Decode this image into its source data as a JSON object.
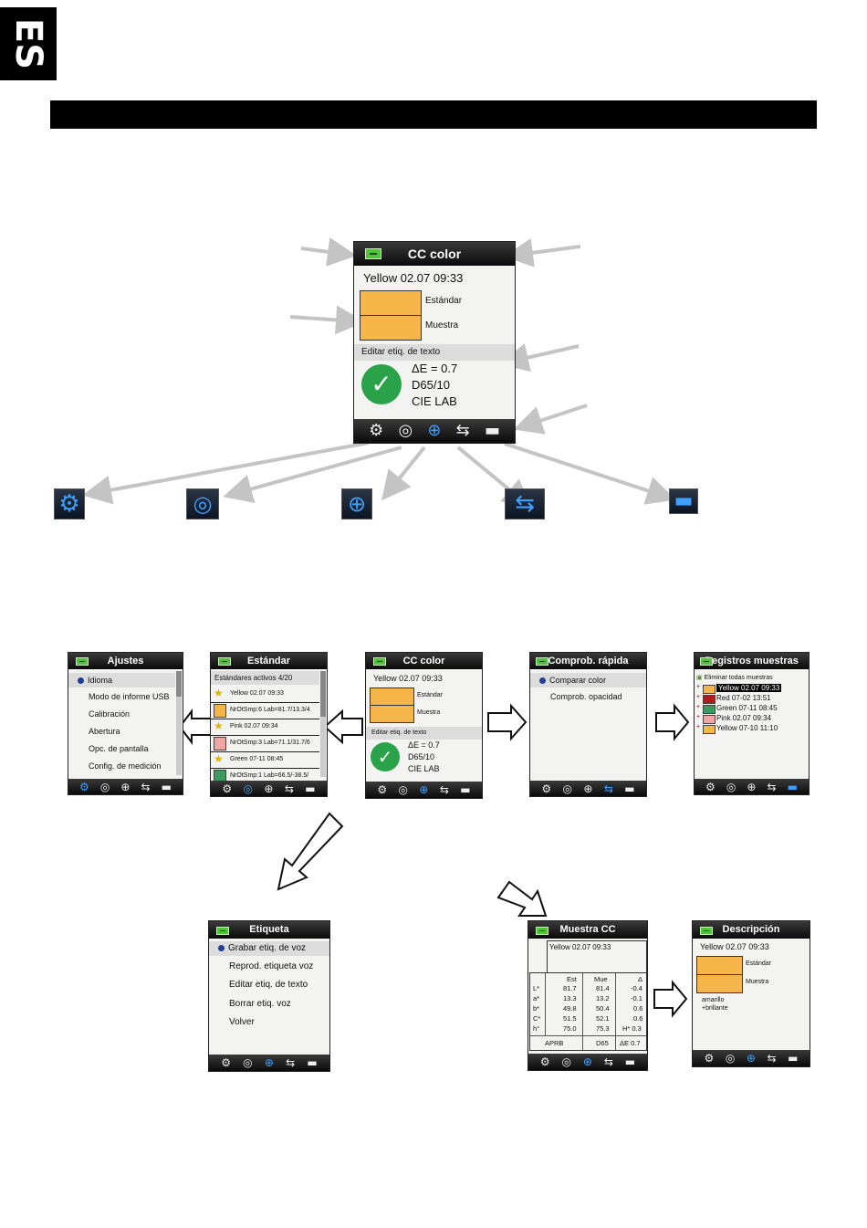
{
  "lang_tab": "ES",
  "main": {
    "title": "CC color",
    "sample": "Yellow 02.07 09:33",
    "std": "Estándar",
    "smp": "Muestra",
    "edit": "Editar etiq. de texto",
    "de": "ΔE = 0.7",
    "ill": "D65/10",
    "space": "CIE LAB"
  },
  "icons": {
    "gear": "⚙",
    "target": "◎",
    "cross": "⊕",
    "arrows": "⇆",
    "folder": "▬"
  },
  "ajustes": {
    "title": "Ajustes",
    "items": [
      "Idioma",
      "Modo de informe USB",
      "Calibración",
      "Abertura",
      "Opc. de pantalla",
      "Config. de medición"
    ]
  },
  "estandar": {
    "title": "Estándar",
    "header": "Estándares activos 4/20",
    "rows": [
      {
        "label": "Yellow 02.07 09:33",
        "marker": "star"
      },
      {
        "label": "NrOtSmp:6 Lab=81.7/13.3/4",
        "marker": "swatch",
        "color": "#f5b549"
      },
      {
        "label": "Pink 02.07 09:34",
        "marker": "star"
      },
      {
        "label": "NrOtSmp:3 Lab=71.1/31.7/6",
        "marker": "swatch",
        "color": "#f1a6a4"
      },
      {
        "label": "Green 07-11 08:45",
        "marker": "star"
      },
      {
        "label": "NrOtSmp:1 Lab=66.5/-38.5/",
        "marker": "swatch",
        "color": "#3c9a5f"
      }
    ]
  },
  "cc_small": {
    "title": "CC color",
    "sample": "Yellow 02.07 09:33",
    "std": "Estándar",
    "smp": "Muestra",
    "edit": "Editar etiq. de texto",
    "de": "ΔE = 0.7",
    "ill": "D65/10",
    "space": "CIE LAB"
  },
  "rapida": {
    "title": "Comprob. rápida",
    "items": [
      "Comparar color",
      "Comprob. opacidad"
    ]
  },
  "registros": {
    "title": "Registros muestras",
    "delete_all": "Eliminar todas muestras",
    "rows": [
      {
        "label": "Yellow 02.07 09:33",
        "color": "#f5b549"
      },
      {
        "label": "Red 07-02 13:51",
        "color": "#b01b1b"
      },
      {
        "label": "Green 07-11 08:45",
        "color": "#3c9a5f"
      },
      {
        "label": "Pink 02.07 09:34",
        "color": "#f1a6a4"
      },
      {
        "label": "Yellow 07-10 11:10",
        "color": "#f5b549"
      }
    ]
  },
  "etiqueta": {
    "title": "Etiqueta",
    "items": [
      "Grabar etiq. de voz",
      "Reprod. etiqueta voz",
      "Editar etiq. de texto",
      "Borrar etiq. voz",
      "Volver"
    ]
  },
  "muestra_cc": {
    "title": "Muestra CC",
    "sample": "Yellow 02.07 09:33",
    "col_heads": [
      "Est",
      "Mue",
      "Δ"
    ],
    "rows": [
      {
        "label": "L*",
        "est": "81.7",
        "mue": "81.4",
        "delta": "-0.4"
      },
      {
        "label": "a*",
        "est": "13.3",
        "mue": "13.2",
        "delta": "-0.1"
      },
      {
        "label": "b*",
        "est": "49.8",
        "mue": "50.4",
        "delta": "0.6"
      },
      {
        "label": "C*",
        "est": "51.5",
        "mue": "52.1",
        "delta": "0.6"
      },
      {
        "label": "h°",
        "est": "75.0",
        "mue": "75.3",
        "delta": "H* 0.3"
      }
    ],
    "footer": [
      "APRB",
      "D65",
      "ΔE 0.7"
    ]
  },
  "descripcion": {
    "title": "Descripción",
    "sample": "Yellow 02.07 09:33",
    "std": "Estándar",
    "smp": "Muestra",
    "note1": "amarillo",
    "note2": "+brillante"
  }
}
